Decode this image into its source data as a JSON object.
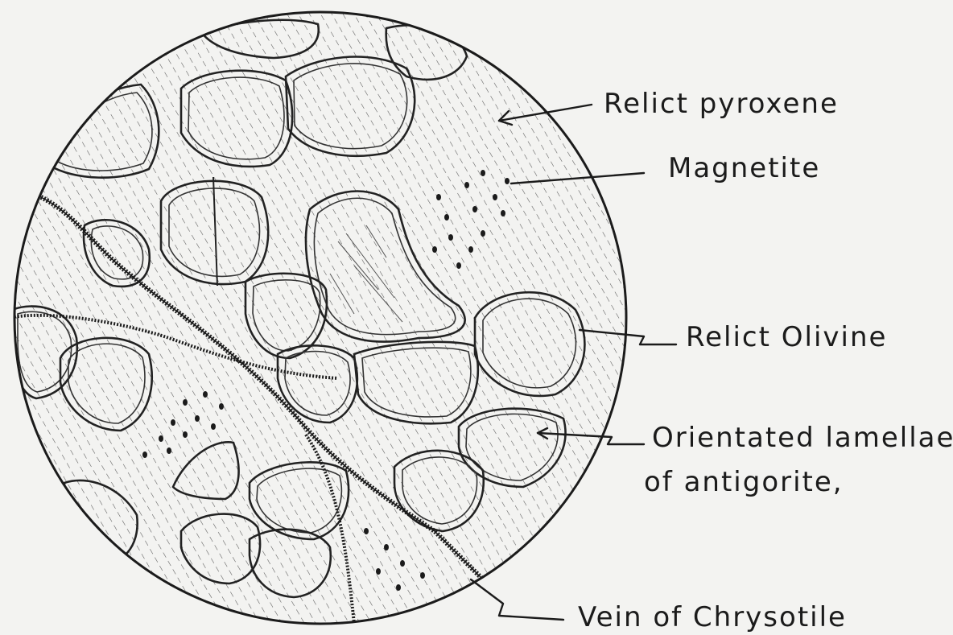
{
  "diagram": {
    "labels": {
      "relict_pyroxene": "Relict pyroxene",
      "magnetite": "Magnetite",
      "relict_olivine": "Relict Olivine",
      "lamellae_line1": "Orientated lamellae",
      "lamellae_line2": "of antigorite,",
      "vein": "Vein of Chrysotile"
    },
    "colors": {
      "paper": "#f3f3f1",
      "ink": "#1b1b1b"
    }
  }
}
